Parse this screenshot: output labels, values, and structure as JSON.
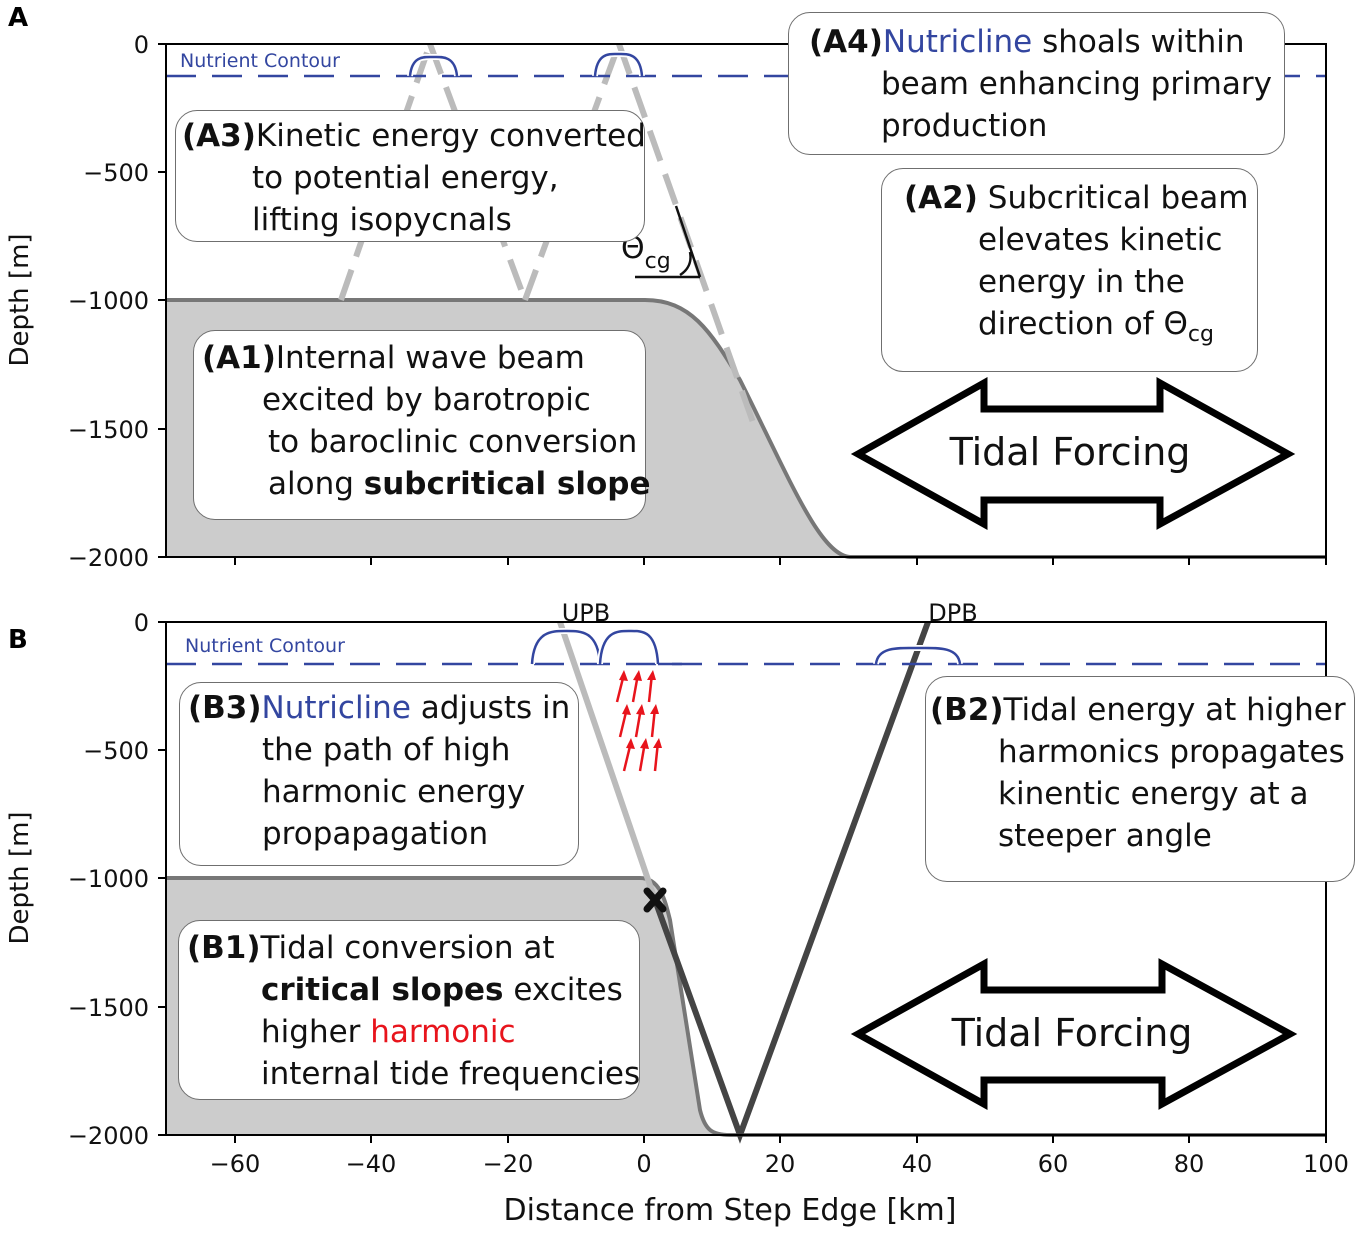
{
  "panels": [
    {
      "label": "A",
      "nutrient_label": "Nutrient Contour",
      "forcing_label": "Tidal Forcing"
    },
    {
      "label": "B",
      "nutrient_label": "Nutrient Contour",
      "forcing_label": "Tidal Forcing",
      "beam_labels": [
        "UPB",
        "DPB"
      ]
    }
  ],
  "axes": {
    "ylabel": "Depth [m]",
    "xlabel": "Distance from Step Edge [km]",
    "xticks": [
      "−60",
      "−40",
      "−20",
      "0",
      "20",
      "40",
      "60",
      "80",
      "100"
    ],
    "yticks": [
      "0",
      "−500",
      "−1000",
      "−1500",
      "−2000"
    ],
    "xlim": [
      -70,
      100
    ],
    "ylim": [
      -2000,
      0
    ]
  },
  "theta_label": "Θ",
  "theta_sub": "cg",
  "boxes": {
    "a1": {
      "tag": "(A1)",
      "l1": "Internal wave beam",
      "l2": "excited by barotropic",
      "l3": "to baroclinic conversion",
      "l4a": "along ",
      "l4b": "subcritical slope"
    },
    "a2": {
      "tag": "(A2)",
      "l1": "Subcritical beam",
      "l2": "elevates kinetic",
      "l3": "energy in the",
      "l4": "direction of Θ",
      "l4sub": "cg"
    },
    "a3": {
      "tag": "(A3)",
      "l1": "Kinetic energy converted",
      "l2": "to potential energy,",
      "l3": "lifting isopycnals"
    },
    "a4": {
      "tag": "(A4)",
      "l1a": "Nutricline",
      "l1b": " shoals within",
      "l2": "beam enhancing primary",
      "l3": "production"
    },
    "b1": {
      "tag": "(B1)",
      "l1": "Tidal conversion at",
      "l2a": "critical slopes",
      "l2b": " excites",
      "l3a": "higher ",
      "l3b": "harmonic",
      "l4": "internal tide frequencies"
    },
    "b2": {
      "tag": "(B2)",
      "l1": "Tidal energy at higher",
      "l2": "harmonics propagates",
      "l3": "kinentic energy at a",
      "l4": "steeper angle"
    },
    "b3": {
      "tag": "(B3)",
      "l1a": "Nutricline",
      "l1b": " adjusts in",
      "l2": "the path of high",
      "l3": "harmonic energy",
      "l4": "propapagation"
    }
  },
  "colors": {
    "nutrient": "#3346a0",
    "shelf": "#cccccc",
    "topo_line": "#777777",
    "beam_light": "#bbbbbb",
    "beam_dark": "#444444",
    "arrow": "#e8141c"
  }
}
